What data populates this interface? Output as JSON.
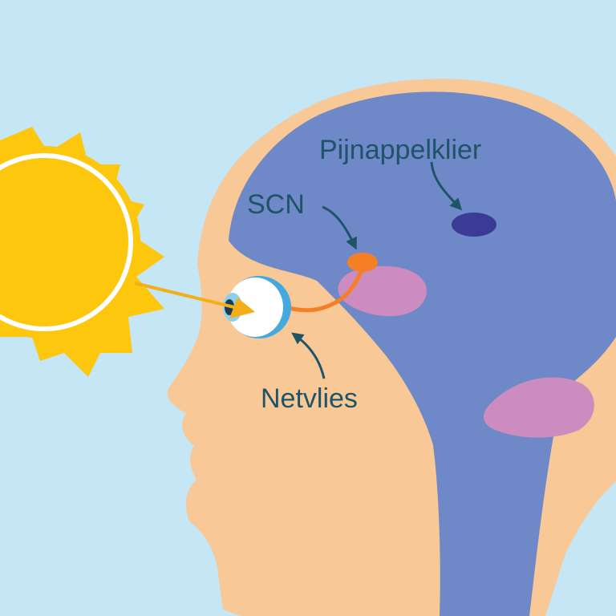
{
  "labels": {
    "pineal_gland": "Pijnappelklier",
    "scn": "SCN",
    "retina": "Netvlies"
  },
  "icons": {
    "sun": "sun-icon",
    "eye": "eye-icon",
    "brain": "brain-icon"
  },
  "colors": {
    "background": "#c4e6f5",
    "skin": "#f9c897",
    "brain": "#6f89c8",
    "pink_regions": "#cc8cbf",
    "pineal": "#3b3a94",
    "scn": "#f57f25",
    "sun": "#fdc70d",
    "sun_ray": "#f3ae18",
    "label_text": "#1f5468"
  }
}
